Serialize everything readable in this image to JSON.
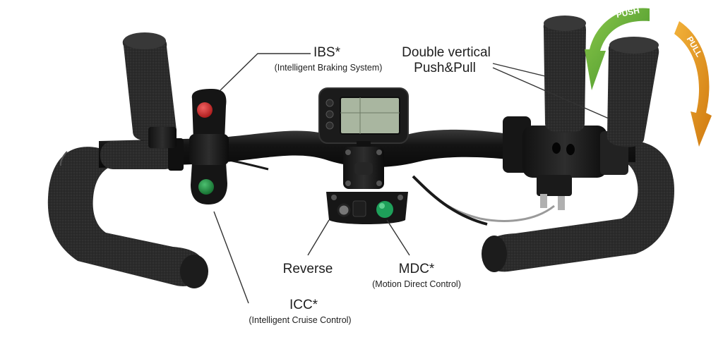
{
  "labels": {
    "ibs": {
      "title": "IBS*",
      "subtitle": "(Intelligent Braking System)"
    },
    "double": {
      "line1": "Double vertical",
      "line2": "Push&Pull"
    },
    "reverse": {
      "title": "Reverse"
    },
    "mdc": {
      "title": "MDC*",
      "subtitle": "(Motion Direct Control)"
    },
    "icc": {
      "title": "ICC*",
      "subtitle": "(Intelligent Cruise Control)"
    }
  },
  "arrows": {
    "push": "PUSH",
    "pull": "PULL"
  },
  "colors": {
    "foam": "#2a2a2a",
    "bar": "#161616",
    "brake_button": "#d22a2a",
    "cruise_button": "#1e8a3c",
    "mdc_knob": "#1ea05a",
    "display_screen": "#a9b6a0",
    "push_arrow": "#6fb23a",
    "pull_arrow": "#e69a1e",
    "leader_line": "#333333"
  }
}
